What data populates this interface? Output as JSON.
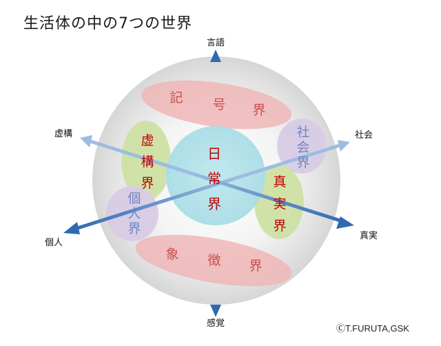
{
  "title": "生活体の中の7つの世界",
  "credit": "ⒸT.FURUTA,GSK",
  "axes": {
    "top": "言語",
    "bottom": "感覚",
    "upper_left": "虚構",
    "upper_right": "社会",
    "lower_left": "個人",
    "lower_right": "真実"
  },
  "worlds": {
    "symbol": [
      "記",
      "号",
      "界"
    ],
    "image": [
      "象",
      "徴",
      "界"
    ],
    "fiction": [
      "虚",
      "構",
      "界"
    ],
    "society": [
      "社",
      "会",
      "界"
    ],
    "individual": [
      "個",
      "人",
      "界"
    ],
    "truth": [
      "真",
      "実",
      "界"
    ],
    "daily": [
      "日",
      "常",
      "界"
    ]
  },
  "colors": {
    "arrow_dark": "#3b6fb3",
    "arrow_light": "#8fb3da",
    "red_text": "#c00000",
    "dim_red_text": "#c8504f",
    "blue_text": "#6d86c0"
  }
}
